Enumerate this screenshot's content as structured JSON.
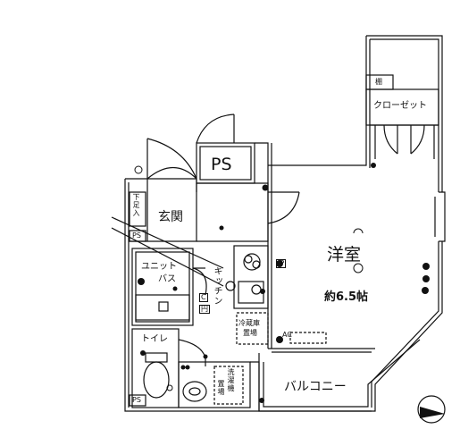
{
  "rooms": {
    "western_room": "洋室",
    "western_room_area": "約6.5帖",
    "closet": "クローゼット",
    "shelf": "棚",
    "ps_top": "PS",
    "entrance": "玄関",
    "shoe_box": "下足入",
    "unit_bath_line1": "ユニット",
    "unit_bath_line2": "バス",
    "kitchen": "キッチン",
    "fridge_line1": "冷蔵庫",
    "fridge_line2": "置場",
    "toilet": "トイレ",
    "washer_line1": "洗濯機",
    "washer_line2": "置場",
    "balcony": "バルコニー",
    "ps_small_1": "PS",
    "ps_small_2": "PS"
  },
  "symbols": {
    "ip": "IP",
    "ac": "AC",
    "c_label": "C",
    "d_label": "円"
  },
  "colors": {
    "line": "#111111",
    "background": "#ffffff"
  }
}
